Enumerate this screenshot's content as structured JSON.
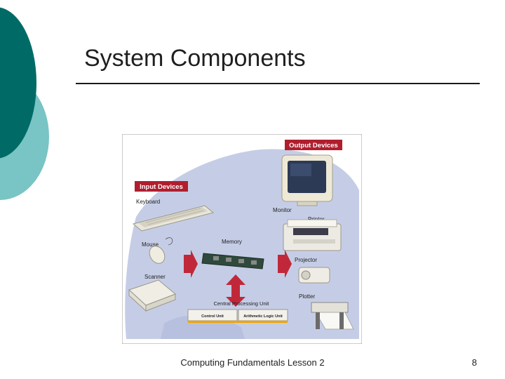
{
  "slide": {
    "title": "System Components",
    "footer": "Computing Fundamentals Lesson 2",
    "page_number": "8"
  },
  "figure": {
    "output_devices_label": "Output Devices",
    "input_devices_label": "Input Devices",
    "keyboard_label": "Keyboard",
    "monitor_label": "Monitor",
    "printer_label": "Printer",
    "mouse_label": "Mouse",
    "memory_label": "Memory",
    "projector_label": "Projector",
    "scanner_label": "Scanner",
    "plotter_label": "Plotter",
    "cpu_label": "Central Processing Unit",
    "control_unit_label": "Control Unit",
    "alu_label": "Arithmetic Logic Unit"
  },
  "colors": {
    "teal_dark": "#006b66",
    "teal_light": "#79c4c4",
    "badge_red": "#b01e2e",
    "arrow_red": "#c0283a",
    "diagram_bg": "#c5cde6"
  }
}
